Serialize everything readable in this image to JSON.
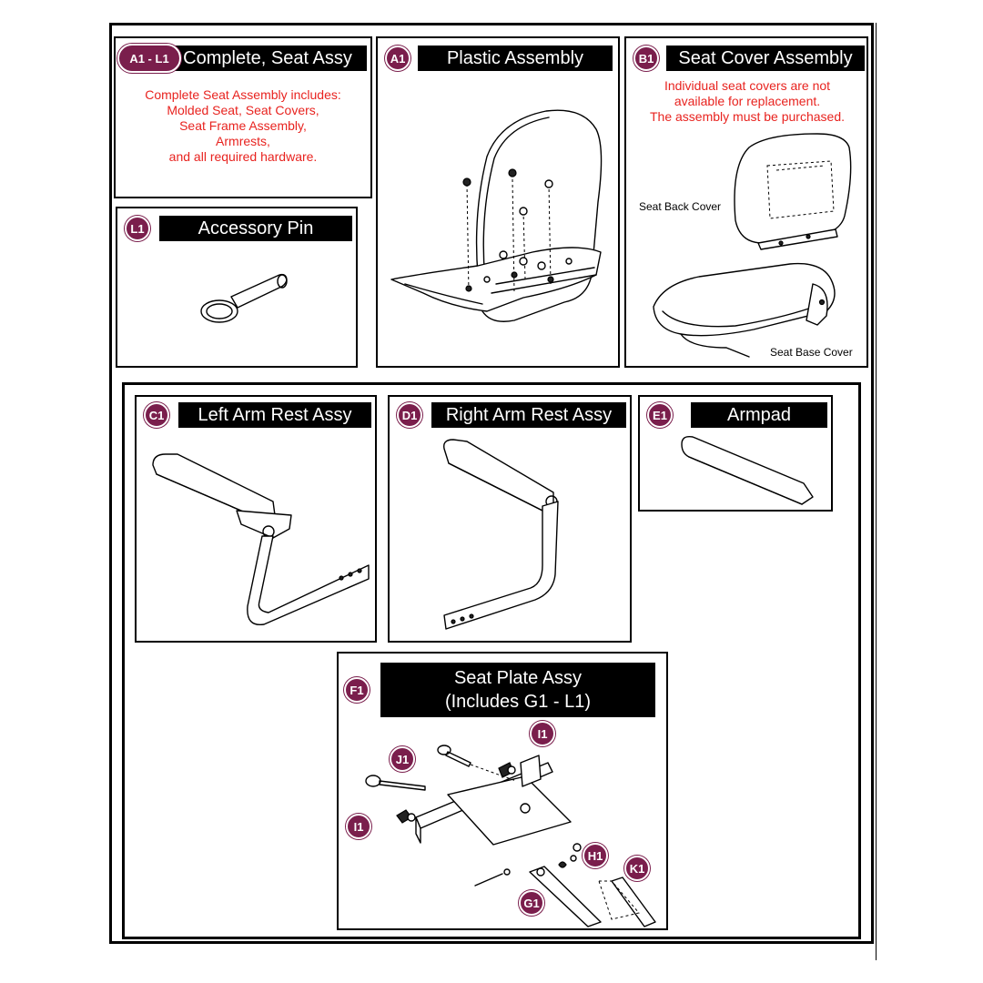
{
  "panels": {
    "complete": {
      "badge": "A1 - L1",
      "title": "Complete, Seat Assy",
      "note": [
        "Complete Seat Assembly includes:",
        "Molded Seat, Seat Covers,",
        "Seat Frame Assembly,",
        "Armrests,",
        "and all required hardware."
      ]
    },
    "accessory_pin": {
      "badge": "L1",
      "title": "Accessory Pin"
    },
    "plastic": {
      "badge": "A1",
      "title": "Plastic Assembly"
    },
    "seat_cover": {
      "badge": "B1",
      "title": "Seat Cover Assembly",
      "note": [
        "Individual seat covers are not",
        "available for replacement.",
        "The assembly must be purchased."
      ],
      "back_label": "Seat Back Cover",
      "base_label": "Seat Base Cover"
    },
    "left_arm": {
      "badge": "C1",
      "title": "Left Arm Rest Assy"
    },
    "right_arm": {
      "badge": "D1",
      "title": "Right Arm Rest Assy"
    },
    "armpad": {
      "badge": "E1",
      "title": "Armpad"
    },
    "seat_plate": {
      "badge": "F1",
      "title_line1": "Seat Plate Assy",
      "title_line2": "(Includes G1 - L1)",
      "callouts": {
        "i1_top": "I1",
        "j1": "J1",
        "i1_left": "I1",
        "h1": "H1",
        "k1": "K1",
        "g1": "G1"
      }
    }
  },
  "colors": {
    "badge": "#7a1e4c",
    "note": "#e8231f",
    "title_bg": "#000000"
  }
}
